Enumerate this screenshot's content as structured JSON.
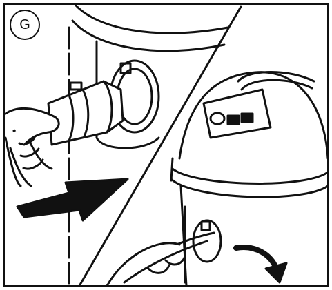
{
  "figure": {
    "step_label": "G",
    "colors": {
      "ink": "#111111",
      "paper": "#ffffff",
      "arrow": "#111111"
    },
    "panels": [
      {
        "name": "left-panel",
        "content": "hose-being-pushed-into-vacuum-inlet"
      },
      {
        "name": "right-panel",
        "content": "wet-dry-vacuum-with-hose-twisted-to-lock"
      }
    ],
    "icons": [
      "push-arrow-icon",
      "rotate-arrow-icon"
    ]
  }
}
